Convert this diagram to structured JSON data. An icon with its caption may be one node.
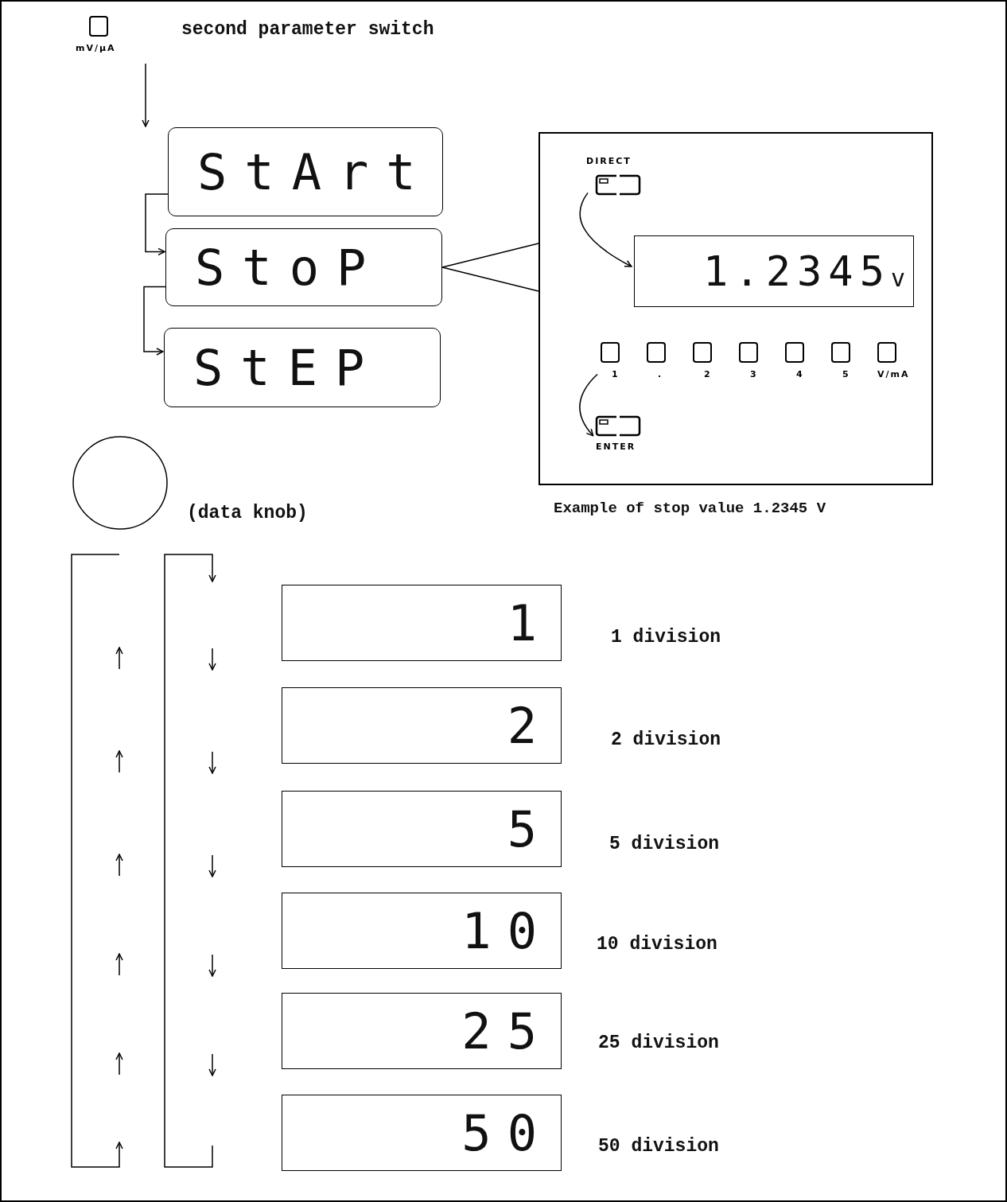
{
  "diagram": {
    "nodes": [
      {
        "text": [
          "mV/μA"
        ]
      },
      {
        "text": [
          "StArt"
        ]
      },
      {
        "text": [
          "StoP"
        ]
      },
      {
        "text": [
          "StEP"
        ]
      },
      {
        "text": [],
        "shape": "box"
      },
      {
        "text": [
          "DIRECT"
        ],
        "in": 4
      },
      {
        "text": [
          "1.2345",
          "v"
        ],
        "in": 4
      },
      {
        "text": [
          "1"
        ],
        "in": 4
      },
      {
        "text": [
          "."
        ],
        "in": 4
      },
      {
        "text": [
          "2"
        ],
        "in": 4
      },
      {
        "text": [
          "3"
        ],
        "in": 4
      },
      {
        "text": [
          "4"
        ],
        "in": 4
      },
      {
        "text": [
          "5"
        ],
        "in": 4
      },
      {
        "text": [
          "V/mA"
        ],
        "in": 4
      },
      {
        "text": [
          "ENTER"
        ],
        "in": 4
      },
      {
        "text": [],
        "shape": "circle",
        "beside": [
          "(data knob)"
        ]
      },
      {
        "text": [
          "1"
        ],
        "beside": [
          "1 division"
        ]
      },
      {
        "text": [
          "2"
        ],
        "beside": [
          "2 division"
        ]
      },
      {
        "text": [
          "5"
        ],
        "beside": [
          "5 division"
        ]
      },
      {
        "text": [
          "10"
        ],
        "beside": [
          "10 division"
        ]
      },
      {
        "text": [
          "25"
        ],
        "beside": [
          "25 division"
        ]
      },
      {
        "text": [
          "50"
        ],
        "beside": [
          "50 division"
        ]
      }
    ],
    "edges": [
      {
        "from": 0,
        "to": 1,
        "arrow": "to"
      },
      {
        "from": 1,
        "to": 2,
        "arrow": "to"
      },
      {
        "from": 2,
        "to": 3,
        "arrow": "to"
      },
      {
        "from": 2,
        "to": 4,
        "arrow": "none"
      },
      {
        "from": 5,
        "to": 6,
        "arrow": "to"
      },
      {
        "from": 7,
        "to": 14,
        "arrow": "to"
      }
    ],
    "labels": [
      "second parameter switch",
      "Example of stop value 1.2345 V"
    ]
  }
}
